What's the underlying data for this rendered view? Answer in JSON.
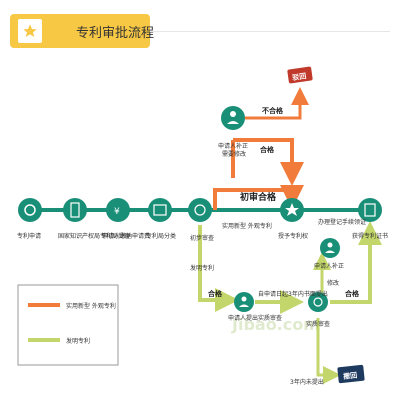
{
  "header": {
    "title": "专利审批流程",
    "icon": "star-icon"
  },
  "colors": {
    "teal": "#1a8f78",
    "orange": "#f07b3a",
    "green": "#c3d66b",
    "red": "#c0392b"
  },
  "nodes": {
    "apply": "专利申请",
    "accept": "国家知识产权局专利局受理",
    "fee": "申请人缴纳申请费",
    "classify": "专利局分类",
    "prelim": "初步审查",
    "correct_top": "申请人补正",
    "grant": "授予专利权",
    "register": "办理登记手续领证",
    "get_cert": "获得专利证书",
    "correct_bottom": "申请人补正",
    "request_substantive": "申请人提出实质审查",
    "substantive": "实质审查"
  },
  "labels": {
    "reject": "驳回",
    "fail": "不合格",
    "pass_top": "合格",
    "need_modify": "需要修改",
    "prelim_pass": "初审合格",
    "utility_design": "实用新型 外观专利",
    "invention": "发明专利",
    "pass_bottom": "合格",
    "three_years": "自申请日起3年内书面提出",
    "modify": "修改",
    "pass_right": "合格",
    "withdraw": "撤回",
    "withdraw_note": "3年内未提出",
    "watermark": "Jibao.com"
  },
  "legend": {
    "utility": "实用新型 外观专利",
    "invention": "发明专利"
  }
}
